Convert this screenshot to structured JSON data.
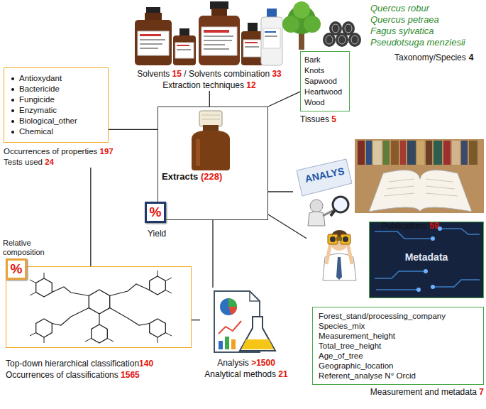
{
  "diagram": {
    "nodes": [
      {
        "text": [
          "Solvents",
          "15",
          "/ Solvents combination",
          "33",
          "Extraction techniques",
          "12"
        ]
      },
      {
        "text": [
          "Bark",
          "Knots",
          "Sapwood",
          "Heartwood",
          "Wood",
          "Tissues",
          "5"
        ]
      },
      {
        "text": [
          "Antioxydant",
          "Bactericide",
          "Fungicide",
          "Enzymatic",
          "Biological_other",
          "Chemical",
          "Occurrences of properties",
          "197",
          "Tests used",
          "24"
        ]
      },
      {
        "text": [
          "Extracts",
          "(228)"
        ]
      },
      {
        "text": [
          "Publications",
          "59"
        ]
      },
      {
        "text": [
          "Metadata"
        ]
      },
      {
        "text": [
          "Top-down hierarchical classification",
          "140",
          "Occurrences of classifications",
          "1565"
        ]
      },
      {
        "text": [
          "Analysis",
          ">1500",
          "Analytical methods",
          "21"
        ]
      },
      {
        "text": [
          "Forest_stand/processing_company",
          "Species_mix",
          "Measurement_height",
          "Total_tree_height",
          "Age_of_tree",
          "Geographic_location",
          "Referent_analyse N° Orcid",
          "Measurement and metadata",
          "7"
        ]
      }
    ],
    "edges": [
      {
        "from": 3,
        "to": 0,
        "arrow": "none"
      },
      {
        "from": 3,
        "to": 1,
        "arrow": "none"
      },
      {
        "from": 2,
        "to": 3,
        "arrow": "none"
      },
      {
        "from": 3,
        "to": 4,
        "arrow": "none"
      },
      {
        "from": 3,
        "to": 5,
        "arrow": "none"
      },
      {
        "from": 2,
        "to": 6,
        "arrow": "none"
      },
      {
        "from": 6,
        "to": 7,
        "arrow": "none"
      },
      {
        "from": 3,
        "to": 7,
        "arrow": "none"
      }
    ],
    "labels": [
      "Quercus robur",
      "Quercus petraea",
      "Fagus sylvatica",
      "Pseudotsuga menziesii",
      "Taxonomy/Species",
      "4",
      "%",
      "Yield",
      "ANALYS",
      "Relative composition",
      "%"
    ]
  }
}
